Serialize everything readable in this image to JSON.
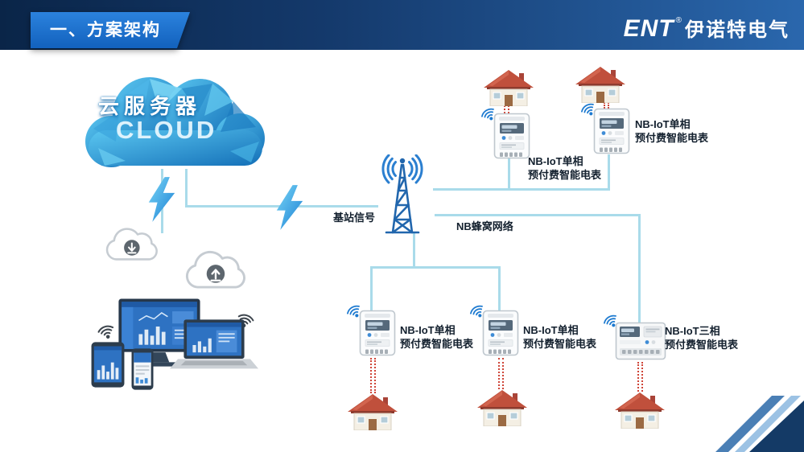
{
  "header": {
    "title": "一、方案架构",
    "logo": {
      "brand": "ENT",
      "reg": "®",
      "company": "伊诺特电气"
    }
  },
  "cloud_server": {
    "title": "云服务器",
    "subtitle": "CLOUD"
  },
  "network": {
    "base_station_label": "基站信号",
    "cellular_label": "NB蜂窝网络"
  },
  "meters": [
    {
      "line1": "NB-IoT单相",
      "line2": "预付费智能电表"
    },
    {
      "line1": "NB-IoT单相",
      "line2": "预付费智能电表"
    },
    {
      "line1": "NB-IoT单相",
      "line2": "预付费智能电表"
    },
    {
      "line1": "NB-IoT单相",
      "line2": "预付费智能电表"
    },
    {
      "line1": "NB-IoT三相",
      "line2": "预付费智能电表"
    }
  ],
  "colors": {
    "header_dark": "#0a2548",
    "header_light": "#2a67ad",
    "banner_blue": "#1261bd",
    "accent_blue": "#2b7fd0",
    "connector_cyan": "#a9dbea",
    "wire_red": "#cf4538",
    "corner_navy": "#143a66"
  }
}
